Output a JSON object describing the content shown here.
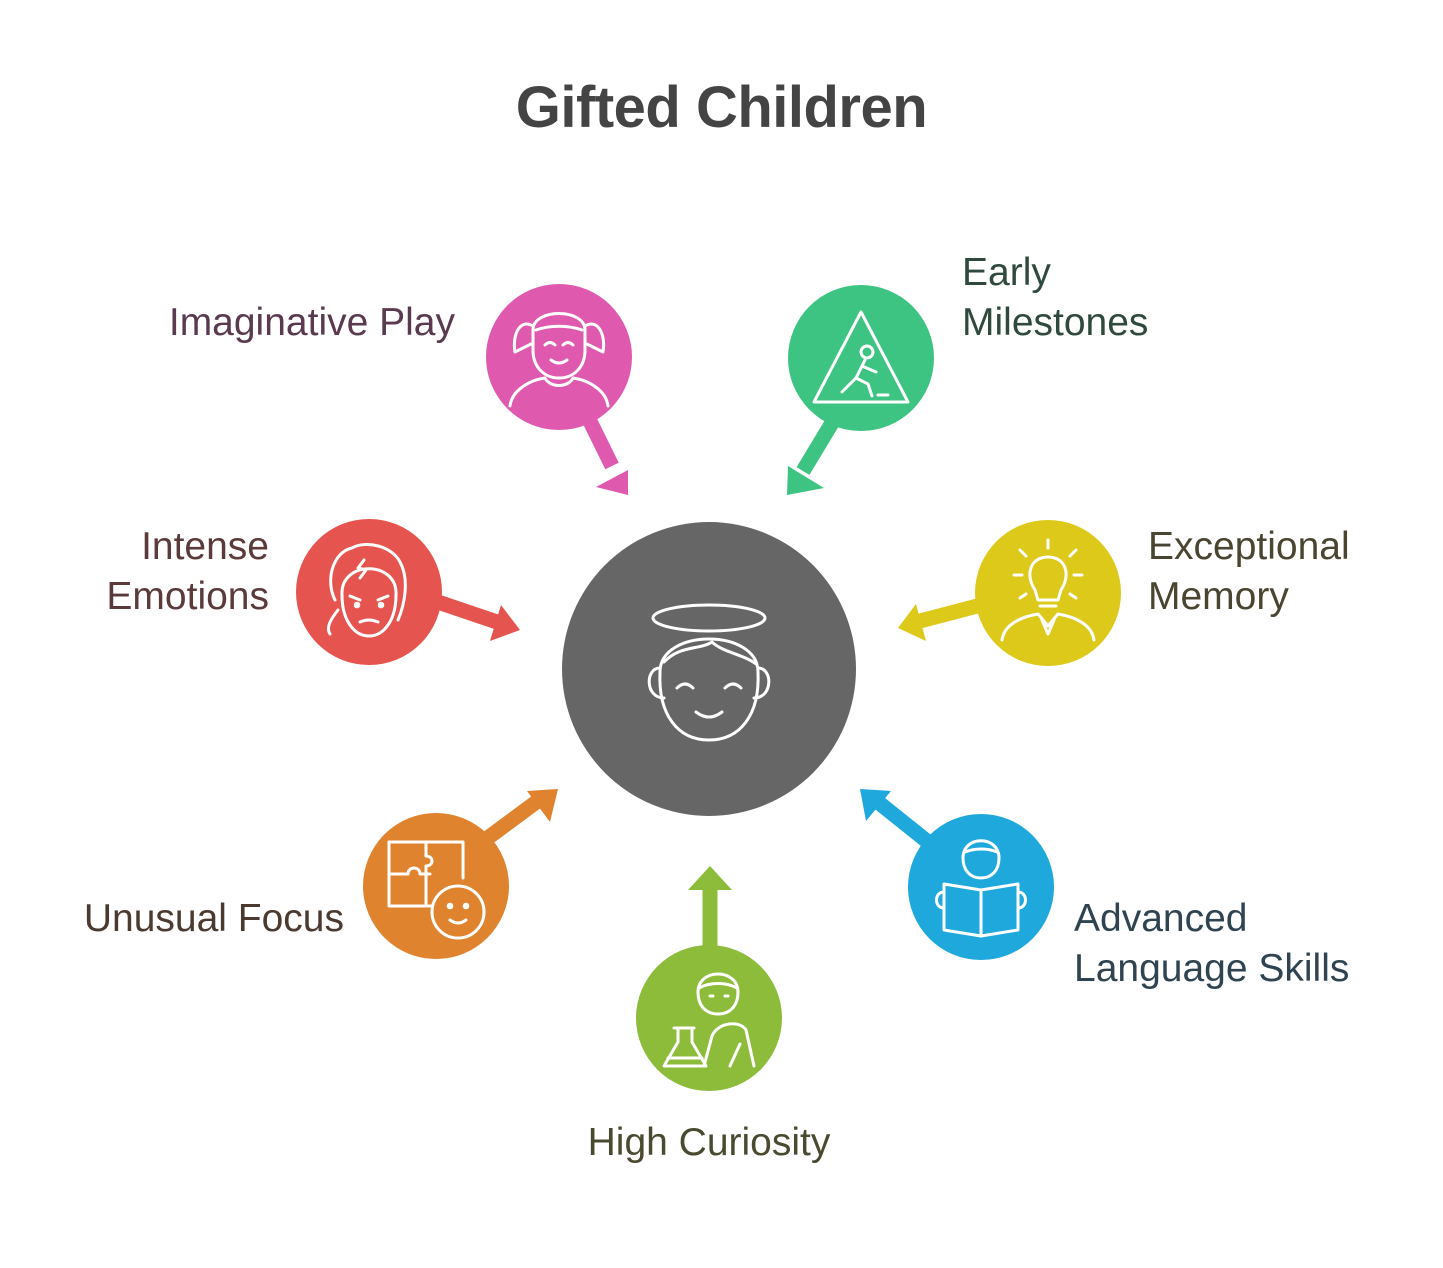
{
  "title": "Gifted Children",
  "center": {
    "icon": "angel-child-icon",
    "color": "#666666"
  },
  "nodes": [
    {
      "id": "imaginative-play",
      "lines": [
        "Imaginative Play"
      ],
      "color": "#DF5AAE",
      "icon": "girl-icon"
    },
    {
      "id": "early-milestones",
      "lines": [
        "Early",
        "Milestones"
      ],
      "color": "#3DC382",
      "icon": "warning-sign-person-icon"
    },
    {
      "id": "exceptional-memory",
      "lines": [
        "Exceptional",
        "Memory"
      ],
      "color": "#DDC919",
      "icon": "lightbulb-idea-icon"
    },
    {
      "id": "advanced-language-skills",
      "lines": [
        "Advanced",
        "Language Skills"
      ],
      "color": "#1FA8DC",
      "icon": "reading-child-icon"
    },
    {
      "id": "high-curiosity",
      "lines": [
        "High Curiosity"
      ],
      "color": "#8DBB3A",
      "icon": "scientist-flask-icon"
    },
    {
      "id": "unusual-focus",
      "lines": [
        "Unusual Focus"
      ],
      "color": "#E0832E",
      "icon": "puzzle-face-icon"
    },
    {
      "id": "intense-emotions",
      "lines": [
        "Intense",
        "Emotions"
      ],
      "color": "#E5544F",
      "icon": "angry-face-icon"
    }
  ]
}
